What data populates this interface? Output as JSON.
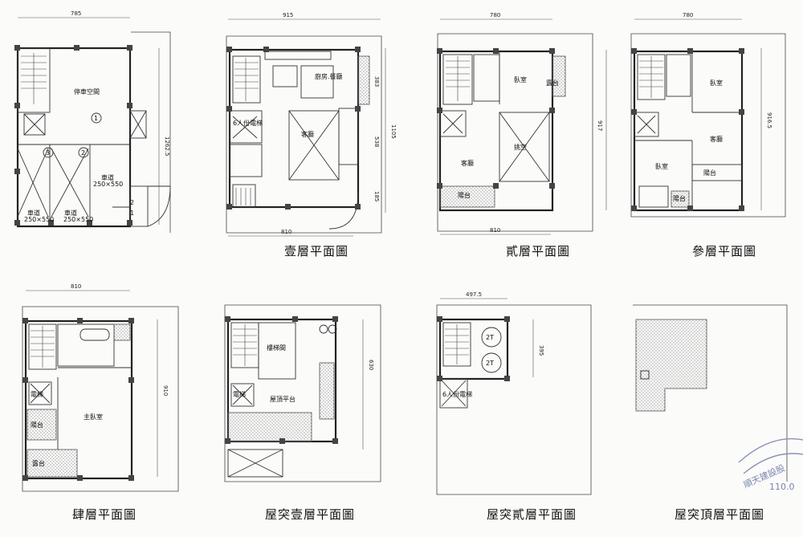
{
  "plans": [
    {
      "id": "p1",
      "title": "",
      "dims": {
        "top": "785",
        "side": "1262.5"
      },
      "rooms": [
        "停車空間",
        "1",
        "2",
        "3",
        "250×550",
        "250×550",
        "250×550",
        "車道",
        "車道",
        "車道",
        "2",
        "1"
      ]
    },
    {
      "id": "p2",
      "title": "壹層平面圖",
      "dims": {
        "top": "915",
        "bottom": "810",
        "side_a": "383",
        "side_b": "538",
        "side_c": "1105",
        "side_d": "185"
      },
      "rooms": [
        "廚房.餐廳",
        "客廳",
        "6人份電梯"
      ]
    },
    {
      "id": "p3",
      "title": "貳層平面圖",
      "dims": {
        "top": "780",
        "bottom": "810",
        "side": "917"
      },
      "rooms": [
        "臥室",
        "露台",
        "挑空",
        "客廳",
        "陽台"
      ]
    },
    {
      "id": "p4",
      "title": "參層平面圖",
      "dims": {
        "top": "780",
        "side": "916.5"
      },
      "rooms": [
        "臥室",
        "客廳",
        "臥室",
        "陽台",
        "陽台"
      ]
    },
    {
      "id": "p5",
      "title": "肆層平面圖",
      "dims": {
        "top": "810",
        "side": "910"
      },
      "rooms": [
        "主臥室",
        "陽台",
        "露台",
        "電梯"
      ]
    },
    {
      "id": "p6",
      "title": "屋突壹層平面圖",
      "dims": {
        "side": "630"
      },
      "rooms": [
        "樓梯間",
        "屋頂平台",
        "電梯"
      ]
    },
    {
      "id": "p7",
      "title": "屋突貳層平面圖",
      "dims": {
        "top": "497.5",
        "side": "395"
      },
      "rooms": [
        "2T",
        "2T",
        "6人份電梯"
      ]
    },
    {
      "id": "p8",
      "title": "屋突頂層平面圖",
      "dims": {},
      "rooms": []
    }
  ],
  "stamp": {
    "text": "順天建設股",
    "date": "110.0"
  }
}
